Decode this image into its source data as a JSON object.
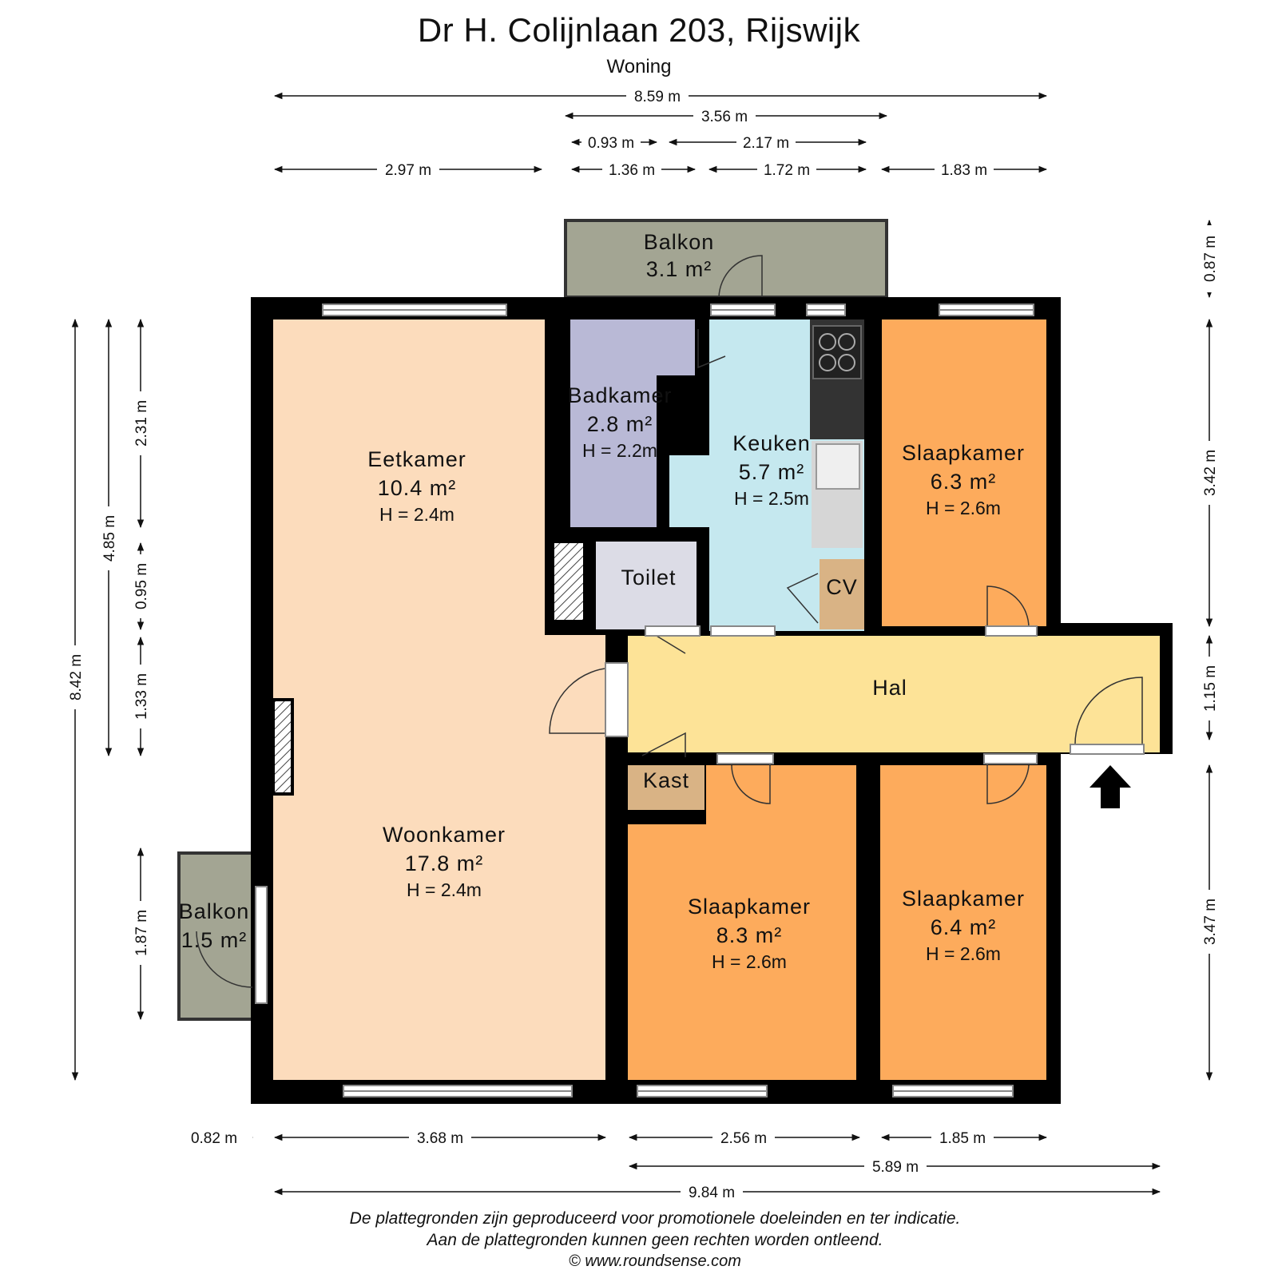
{
  "header": {
    "title": "Dr H. Colijnlaan 203, Rijswijk",
    "subtitle": "Woning"
  },
  "rooms": {
    "balkon_top": {
      "name": "Balkon",
      "area": "3.1 m²"
    },
    "badkamer": {
      "name": "Badkamer",
      "area": "2.8 m²",
      "height": "H = 2.2m"
    },
    "keuken": {
      "name": "Keuken",
      "area": "5.7 m²",
      "height": "H = 2.5m"
    },
    "slaapkamer_ne": {
      "name": "Slaapkamer",
      "area": "6.3 m²",
      "height": "H = 2.6m"
    },
    "eetkamer": {
      "name": "Eetkamer",
      "area": "10.4 m²",
      "height": "H = 2.4m"
    },
    "toilet": {
      "name": "Toilet"
    },
    "cv": {
      "name": "CV"
    },
    "hal": {
      "name": "Hal"
    },
    "kast": {
      "name": "Kast"
    },
    "woonkamer": {
      "name": "Woonkamer",
      "area": "17.8 m²",
      "height": "H = 2.4m"
    },
    "balkon_left": {
      "name": "Balkon",
      "area": "1.5 m²"
    },
    "slaapkamer_s": {
      "name": "Slaapkamer",
      "area": "8.3 m²",
      "height": "H = 2.6m"
    },
    "slaapkamer_se": {
      "name": "Slaapkamer",
      "area": "6.4 m²",
      "height": "H = 2.6m"
    }
  },
  "dimensions": {
    "top_total": "8.59 m",
    "top_356": "3.56 m",
    "top_093": "0.93 m",
    "top_217": "2.17 m",
    "top_297": "2.97 m",
    "top_136": "1.36 m",
    "top_172": "1.72 m",
    "top_183": "1.83 m",
    "right_087": "0.87 m",
    "right_342": "3.42 m",
    "right_115": "1.15 m",
    "right_347": "3.47 m",
    "left_842": "8.42 m",
    "left_485": "4.85 m",
    "left_231": "2.31 m",
    "left_095": "0.95 m",
    "left_133": "1.33 m",
    "left_187": "1.87 m",
    "bottom_082": "0.82 m",
    "bottom_368": "3.68 m",
    "bottom_256": "2.56 m",
    "bottom_185": "1.85 m",
    "bottom_589": "5.89 m",
    "bottom_984": "9.84 m"
  },
  "colors": {
    "wall": "#000000",
    "living": "#fcdcbc",
    "bedroom": "#fdab5c",
    "bathroom": "#b9b9d6",
    "kitchen": "#c5e8ef",
    "hall": "#fde397",
    "balcony": "#a3a593",
    "storage": "#d9b385",
    "toilet": "#dcdce6"
  },
  "footer": {
    "line1": "De plattegronden zijn geproduceerd voor promotionele doeleinden en ter indicatie.",
    "line2": "Aan de plattegronden kunnen geen rechten worden ontleend.",
    "line3": "© www.roundsense.com"
  }
}
